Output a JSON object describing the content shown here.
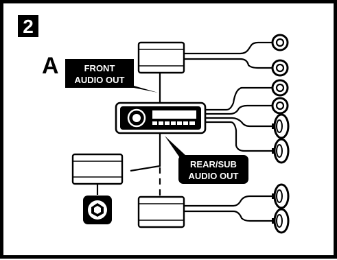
{
  "step_number": "2",
  "section_letter": "A",
  "labels": {
    "front_line1": "FRONT",
    "front_line2": "AUDIO OUT",
    "rear_line1": "REAR/SUB",
    "rear_line2": "AUDIO OUT"
  },
  "colors": {
    "line": "#000000",
    "background": "#ffffff",
    "box_shade": "#e6e6e6",
    "label_bg": "#000000",
    "label_text": "#ffffff"
  }
}
